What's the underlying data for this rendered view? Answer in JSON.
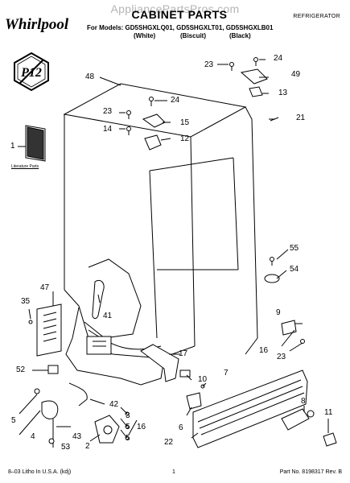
{
  "watermark": "AppliancePartsPros.com",
  "header": {
    "brand": "Whirlpool",
    "title": "CABINET PARTS",
    "appliance": "REFRIGERATOR",
    "models_line": "For Models: GD5SHGXLQ01, GD5SHGXLT01, GD5SHGXLB01",
    "colors": [
      "(White)",
      "(Biscuit)",
      "(Black)"
    ]
  },
  "package_badge": "P12",
  "literature_label": "Literature Parts",
  "callouts": {
    "c1": "1",
    "c2": "2",
    "c3": "3",
    "c4": "4",
    "c5": "5",
    "c6": "6",
    "c7": "7",
    "c8": "8",
    "c9": "9",
    "c10": "10",
    "c11": "11",
    "c12": "12",
    "c13": "13",
    "c14": "14",
    "c15": "15",
    "c16": "16",
    "c17": "17",
    "c21": "21",
    "c22": "22",
    "c23": "23",
    "c24": "24",
    "c35": "35",
    "c41": "41",
    "c42": "42",
    "c43": "43",
    "c47": "47",
    "c48": "48",
    "c49": "49",
    "c52": "52",
    "c53": "53",
    "c54": "54",
    "c55": "55"
  },
  "footer": {
    "left": "8–03 Litho In U.S.A. (kdj)",
    "center": "1",
    "right": "Part No. 8198317 Rev. B"
  }
}
